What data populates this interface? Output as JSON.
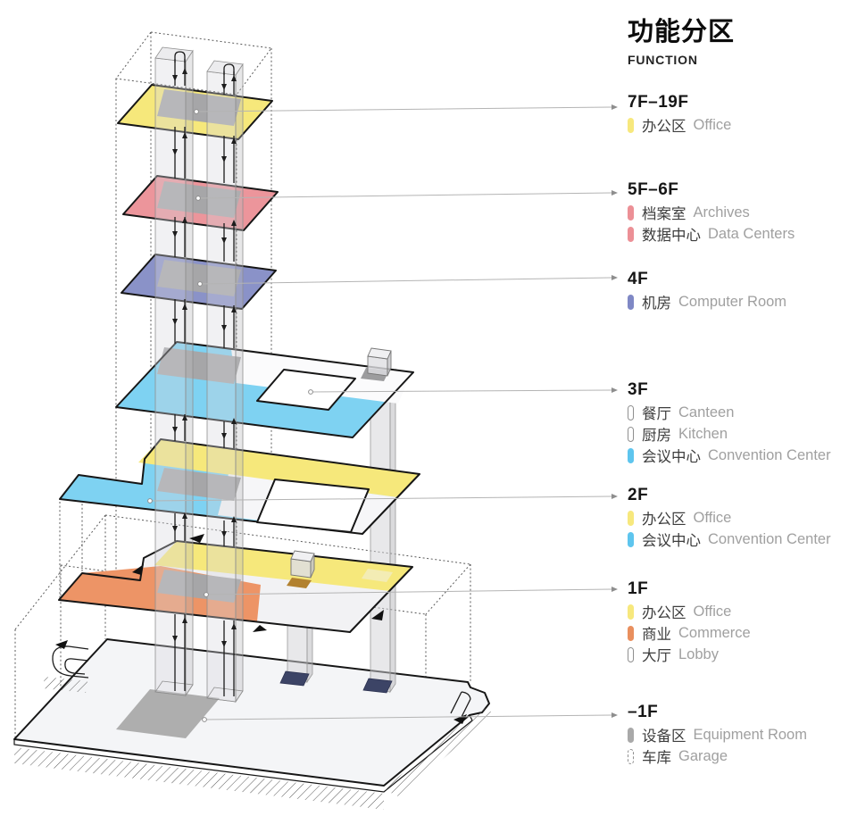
{
  "title": {
    "zh": "功能分区",
    "en": "FUNCTION"
  },
  "colors": {
    "office_yellow": "#f7e87d",
    "archives_pink": "#ec9096",
    "computer_purple": "#7f88c5",
    "convention_cyan": "#5ec5ee",
    "commerce_orange": "#e98f5e",
    "equipment_gray": "#a9a9a9",
    "plate_outline": "#161616",
    "shaft_cap_navy": "#3c4466",
    "leader_gray": "#b4b4b4"
  },
  "legend_groups": [
    {
      "floor": "7F–19F",
      "rows": [
        {
          "zh": "办公区",
          "en": "Office",
          "swatch": {
            "style": "solid",
            "color": "#f7e87d"
          }
        }
      ]
    },
    {
      "floor": "5F–6F",
      "rows": [
        {
          "zh": "档案室",
          "en": "Archives",
          "swatch": {
            "style": "solid",
            "color": "#ec9096"
          }
        },
        {
          "zh": "数据中心",
          "en": "Data Centers",
          "swatch": {
            "style": "solid",
            "color": "#ec9096"
          }
        }
      ]
    },
    {
      "floor": "4F",
      "rows": [
        {
          "zh": "机房",
          "en": "Computer Room",
          "swatch": {
            "style": "solid",
            "color": "#7f88c5"
          }
        }
      ]
    },
    {
      "floor": "3F",
      "rows": [
        {
          "zh": "餐厅",
          "en": "Canteen",
          "swatch": {
            "style": "outline",
            "color": "#ffffff"
          }
        },
        {
          "zh": "厨房",
          "en": "Kitchen",
          "swatch": {
            "style": "outline",
            "color": "#ffffff"
          }
        },
        {
          "zh": "会议中心",
          "en": "Convention Center",
          "swatch": {
            "style": "solid",
            "color": "#5ec5ee"
          }
        }
      ]
    },
    {
      "floor": "2F",
      "rows": [
        {
          "zh": "办公区",
          "en": "Office",
          "swatch": {
            "style": "solid",
            "color": "#f7e87d"
          }
        },
        {
          "zh": "会议中心",
          "en": "Convention Center",
          "swatch": {
            "style": "solid",
            "color": "#5ec5ee"
          }
        }
      ]
    },
    {
      "floor": "1F",
      "rows": [
        {
          "zh": "办公区",
          "en": "Office",
          "swatch": {
            "style": "solid",
            "color": "#f7e87d"
          }
        },
        {
          "zh": "商业",
          "en": "Commerce",
          "swatch": {
            "style": "solid",
            "color": "#e98f5e"
          }
        },
        {
          "zh": "大厅",
          "en": "Lobby",
          "swatch": {
            "style": "outline",
            "color": "#ffffff"
          }
        }
      ]
    },
    {
      "floor": "–1F",
      "rows": [
        {
          "zh": "设备区",
          "en": "Equipment Room",
          "swatch": {
            "style": "solid",
            "color": "#a9a9a9"
          }
        },
        {
          "zh": "车库",
          "en": "Garage",
          "swatch": {
            "style": "dashed",
            "color": "#ffffff"
          }
        }
      ]
    }
  ]
}
